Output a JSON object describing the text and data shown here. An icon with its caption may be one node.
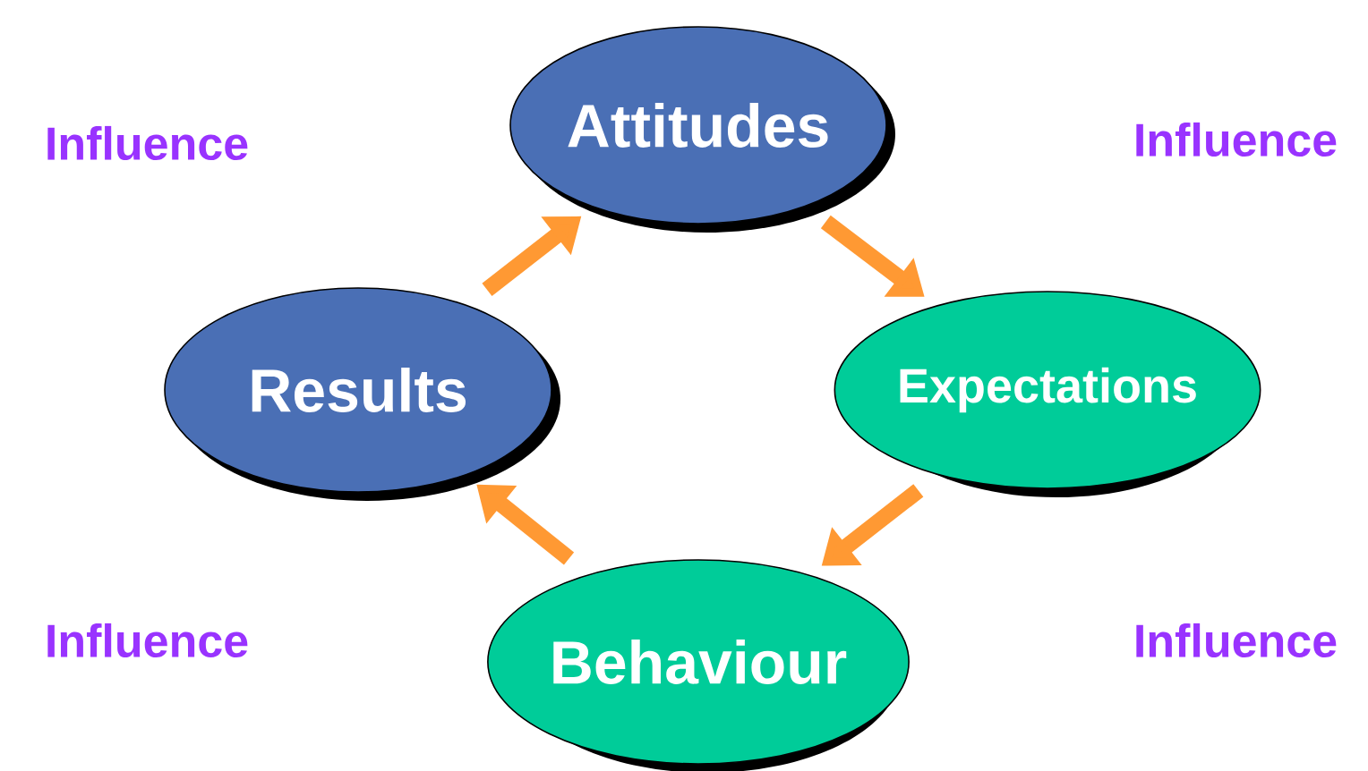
{
  "diagram": {
    "nodes": [
      {
        "text": [
          "Attitudes"
        ]
      },
      {
        "text": [
          "Expectations"
        ]
      },
      {
        "text": [
          "Behaviour"
        ]
      },
      {
        "text": [
          "Results"
        ]
      }
    ],
    "edges": [
      {
        "from": 3,
        "to": 0,
        "arrow": "to"
      },
      {
        "from": 0,
        "to": 1,
        "arrow": "to"
      },
      {
        "from": 1,
        "to": 2,
        "arrow": "to"
      },
      {
        "from": 2,
        "to": 3,
        "arrow": "to"
      }
    ],
    "labels": [
      "Influence",
      "Influence",
      "Influence",
      "Influence"
    ]
  }
}
